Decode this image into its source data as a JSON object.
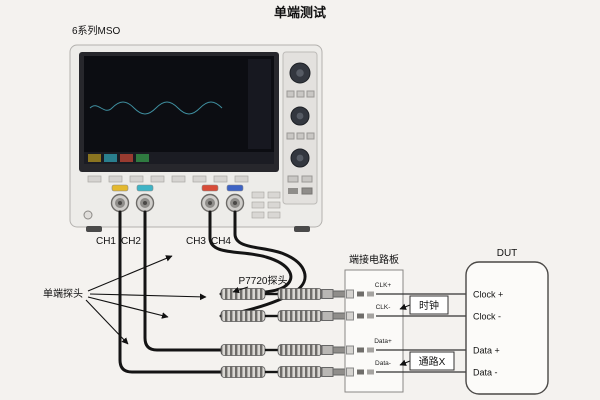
{
  "title": "单端测试",
  "scope": {
    "model_label": "6系列MSO",
    "channels": [
      "CH1",
      "CH2",
      "CH3",
      "CH4"
    ]
  },
  "probes": {
    "single_ended_label": "单端探头",
    "p7720_label": "P7720探头"
  },
  "board": {
    "label": "端接电路板",
    "pins": [
      "CLK+",
      "CLK-",
      "Data+",
      "Data-"
    ]
  },
  "annotations": {
    "clock": "时钟",
    "channel_x": "通路X"
  },
  "dut": {
    "label": "DUT",
    "pins": [
      "Clock +",
      "Clock -",
      "Data +",
      "Data -"
    ]
  },
  "colors": {
    "ch1": "#e4b92f",
    "ch2": "#3fb4c6",
    "ch3": "#d84b38",
    "ch4": "#3e63c4"
  }
}
